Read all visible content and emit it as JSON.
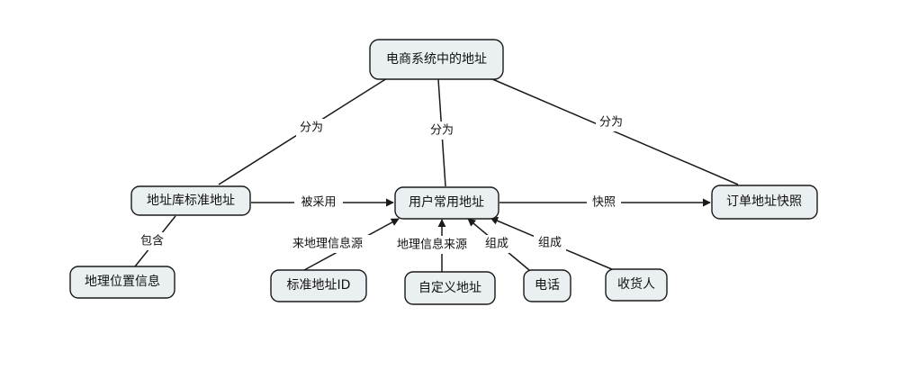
{
  "diagram": {
    "nodes": {
      "address_in_ecommerce": "电商系统中的地址",
      "standard_address_library": "地址库标准地址",
      "user_common_address": "用户常用地址",
      "order_address_snapshot": "订单地址快照",
      "geo_location_info": "地理位置信息",
      "standard_address_id": "标准地址ID",
      "custom_address": "自定义地址",
      "phone": "电话",
      "recipient": "收货人"
    },
    "edge_labels": {
      "split_left": "分为",
      "split_middle": "分为",
      "split_right": "分为",
      "adopted": "被采用",
      "snapshot": "快照",
      "contains": "包含",
      "geo_source_from": "来地理信息源",
      "geo_source": "地理信息来源",
      "composed_1": "组成",
      "composed_2": "组成"
    }
  }
}
